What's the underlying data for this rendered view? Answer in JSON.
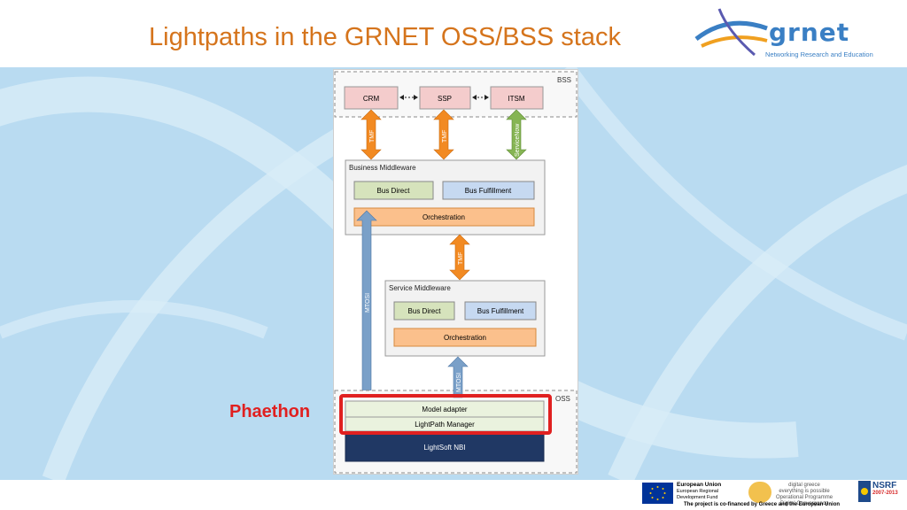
{
  "header": {
    "title": "Lightpaths in the GRNET OSS/BSS stack",
    "logo_word": "grnet",
    "logo_tagline": "Networking Research and Education"
  },
  "diagram": {
    "bss_label": "BSS",
    "oss_label": "OSS",
    "bss_systems": [
      "CRM",
      "SSP",
      "ITSM"
    ],
    "bss_arrows": [
      "TMF",
      "TMF",
      "ServiceNow"
    ],
    "business_middleware": {
      "title": "Business Middleware",
      "left": "Bus Direct",
      "right": "Bus Fulfillment",
      "orchestration": "Orchestration"
    },
    "mid_arrow": "TMF",
    "long_arrow": "MTOSI",
    "service_middleware": {
      "title": "Service Middleware",
      "left": "Bus Direct",
      "right": "Bus Fulfillment",
      "orchestration": "Orchestration"
    },
    "lower_arrow": "MTOSI",
    "model_adapter": "Model adapter",
    "lightpath_manager": "LightPath Manager",
    "lightsoft_nbi": "LightSoft NBI"
  },
  "callout": "Phaethon",
  "footer": {
    "eu_title": "European Union",
    "eu_line1": "European Regional",
    "eu_line2": "Development Fund",
    "dg_line1": "digital greece",
    "dg_line2": "everything is possible",
    "dg_line3": "Operational Programme",
    "dg_line4": "Digital Convergence",
    "nsrf_title": "NSRF",
    "nsrf_years": "2007-2013",
    "cofinance": "The project is co-financed by Greece and the European Union"
  },
  "colors": {
    "title": "#d5741c",
    "bss_box": "#f4cccc",
    "tmf_arrow": "#f28a22",
    "servicenow_arrow": "#86b554",
    "mtosi_arrow": "#7aa0c8",
    "bus_direct": "#d6e3bc",
    "bus_fulfillment": "#c6d9f1",
    "orchestration": "#fbc08c",
    "nbi": "#203864",
    "phaethon": "#e02020"
  }
}
